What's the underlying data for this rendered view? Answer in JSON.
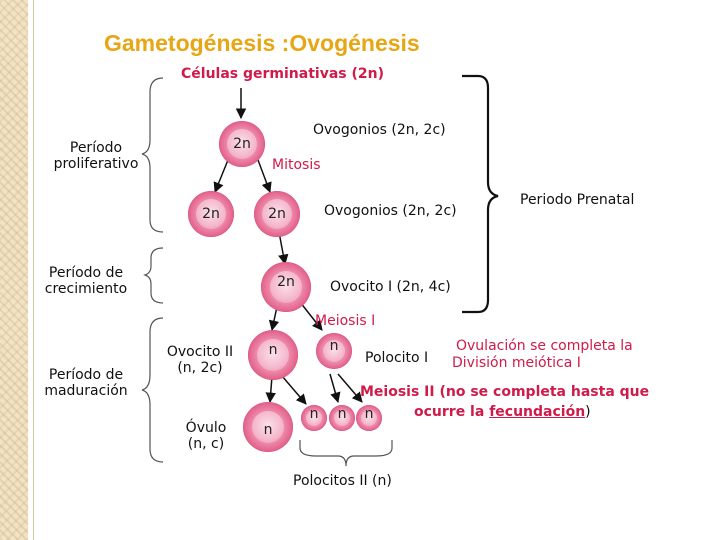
{
  "title": "Gametogénesis :Ovogénesis",
  "header": "Células germinativas (2n)",
  "phases": {
    "proliferativo": [
      "Período",
      "proliferativo"
    ],
    "crecimiento": [
      "Período de",
      "crecimiento"
    ],
    "maduracion": [
      "Período de",
      "maduración"
    ]
  },
  "labels": {
    "ovogonios_1": "Ovogonios (2n, 2c)",
    "mitosis": "Mitosis",
    "ovogonios_2": "Ovogonios (2n, 2c)",
    "periodo_prenatal": "Periodo Prenatal",
    "ovocito_I": "Ovocito I (2n, 4c)",
    "meiosis_I": "Meiosis I",
    "polocito_I": "Polocito I",
    "ovulacion_line1": "Ovulación se completa la",
    "ovulacion_line2": "División meiótica I",
    "meiosis_II_prefix": "Meiosis II",
    "meiosis_II_rest": " (no  se completa hasta que",
    "meiosis_II_line2_prefix": "ocurre la ",
    "meiosis_II_line2_link": "fecundación",
    "meiosis_II_line2_suffix": ")",
    "ovocito_II_line1": "Ovocito II",
    "ovocito_II_line2": "(n, 2c)",
    "ovulo_line1": "Óvulo",
    "ovulo_line2": "(n, c)",
    "polocitos_II": "Polocitos II (n)"
  },
  "cells": {
    "c1": "2n",
    "c2a": "2n",
    "c2b": "2n",
    "c3": "2n",
    "c4a": "n",
    "c4b": "n",
    "c5a": "n",
    "c5b": "n",
    "c5c": "n",
    "c5d": "n"
  },
  "colors": {
    "title": "#e8a514",
    "accent_text": "#d01a4a",
    "cell": "#e56890"
  }
}
